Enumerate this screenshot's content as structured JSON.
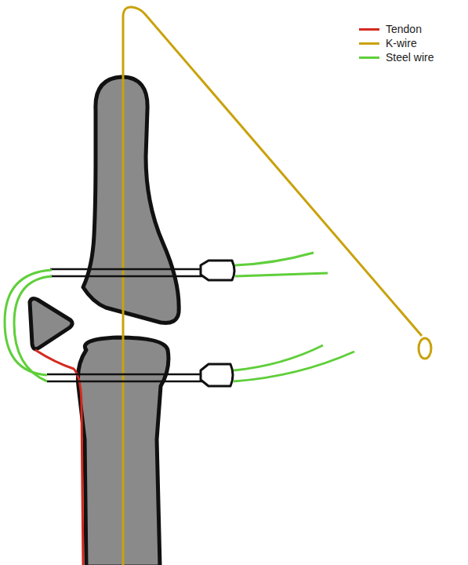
{
  "diagram": {
    "legend": [
      {
        "text": "Tendon",
        "color": "#d42a1e"
      },
      {
        "text": "K-wire",
        "color": "#c9a20c"
      },
      {
        "text": "Steel wire",
        "color": "#5fcf3a"
      }
    ]
  }
}
